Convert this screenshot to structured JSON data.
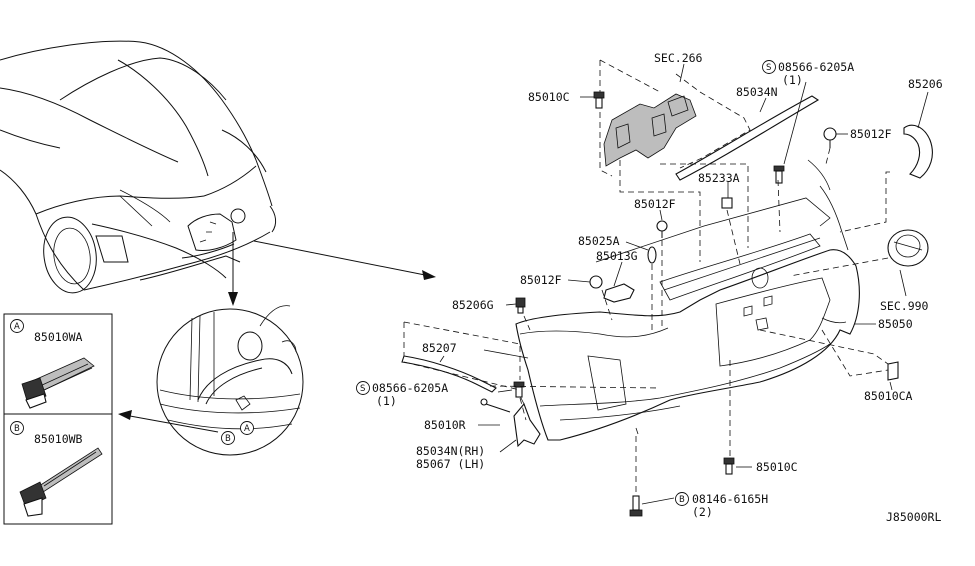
{
  "parts": {
    "sec266": "SEC.266",
    "p85010c_top": "85010C",
    "p85034n": "85034N",
    "screw_top_a": "08566-6205A",
    "screw_top_qty": "(1)",
    "screw_top_prefix": "S",
    "p85206": "85206",
    "p85012f_right": "85012F",
    "p85233a": "85233A",
    "p85012f_mid": "85012F",
    "p85025a": "85025A",
    "p85013g": "85013G",
    "p85012f_left": "85012F",
    "p85206g": "85206G",
    "sec990": "SEC.990",
    "p85050": "85050",
    "p85207": "85207",
    "screw_bot_prefix": "S",
    "screw_bot_a": "08566-6205A",
    "screw_bot_qty": "(1)",
    "p85010r": "85010R",
    "p85034n_rh": "85034N(RH)",
    "p85067_lh": "85067 (LH)",
    "p85010ca": "85010CA",
    "p85010c_bot": "85010C",
    "bolt_prefix": "B",
    "bolt_b": "08146-6165H",
    "bolt_qty": "(2)",
    "diagram_id": "J85000RL"
  },
  "callouts": {
    "a_letter": "A",
    "a_part": "85010WA",
    "b_letter": "B",
    "b_part": "85010WB",
    "detail_a": "A",
    "detail_b": "B"
  }
}
